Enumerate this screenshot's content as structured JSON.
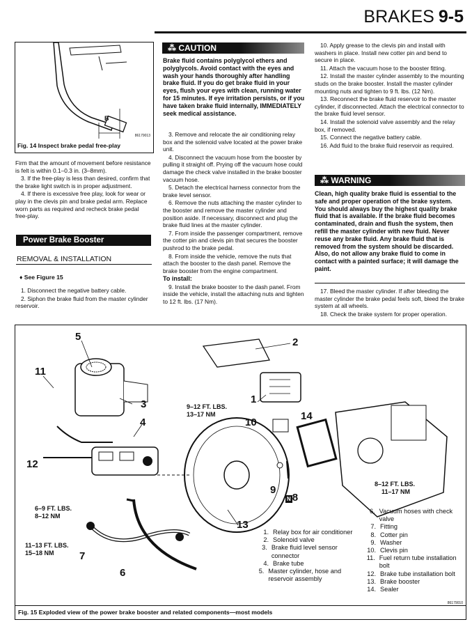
{
  "header": {
    "section": "BRAKES",
    "page": "9-5"
  },
  "fig14": {
    "label_b": "B",
    "code": "86179013",
    "caption": "Fig. 14 Inspect brake pedal free-play"
  },
  "left_col": {
    "p1": "Firm that the amount of movement before resistance is felt is within 0.1–0.3 in. (3–8mm).",
    "p2": "3. If the free-play is less than desired, confirm that the brake light switch is in proper adjustment.",
    "p3": "4. If there is excessive free play, look for wear or play in the clevis pin and brake pedal arm. Replace worn parts as required and recheck brake pedal free-play.",
    "section_title": "Power Brake Booster",
    "subsection": "REMOVAL & INSTALLATION",
    "see_figure": "See Figure 15",
    "s1": "1. Disconnect the negative battery cable.",
    "s2": "2. Siphon the brake fluid from the master cylinder reservoir."
  },
  "caution": {
    "title": "CAUTION",
    "text": "Brake fluid contains polyglycol ethers and polyglycols. Avoid contact with the eyes and wash your hands thoroughly after handling brake fluid. If you do get brake fluid in your eyes, flush your eyes with clean, running water for 15 minutes. If eye irritation persists, or if you have taken brake fluid internally, IMMEDIATELY seek medical assistance."
  },
  "mid_col": {
    "s3": "3. Remove and relocate the air conditioning relay box and the solenoid valve located at the power brake unit.",
    "s4": "4. Disconnect the vacuum hose from the booster by pulling it straight off. Prying off the vacuum hose could damage the check valve installed in the brake booster vacuum hose.",
    "s5": "5. Detach the electrical harness connector from the brake level sensor.",
    "s6": "6. Remove the nuts attaching the master cylinder to the booster and remove the master cylinder and position aside. If necessary, disconnect and plug the brake fluid lines at the master cylinder.",
    "s7": "7. From inside the passenger compartment, remove the cotter pin and clevis pin that secures the booster pushrod to the brake pedal.",
    "s8": "8. From inside the vehicle, remove the nuts that attach the booster to the dash panel. Remove the brake booster from the engine compartment.",
    "to_install": "To install:",
    "s9": "9. Install the brake booster to the dash panel. From inside the vehicle, install the attaching nuts and tighten to 12 ft. lbs. (17 Nm)."
  },
  "right_col": {
    "s10": "10. Apply grease to the clevis pin and install with washers in place. Install new cotter pin and bend to secure in place.",
    "s11": "11. Attach the vacuum hose to the booster fitting.",
    "s12": "12. Install the master cylinder assembly to the mounting studs on the brake booster. Install the master cylinder mounting nuts and tighten to 9 ft. lbs. (12 Nm).",
    "s13": "13. Reconnect the brake fluid reservoir to the master cylinder, if disconnected. Attach the electrical connector to the brake fluid level sensor.",
    "s14": "14. Install the solenoid valve assembly and the relay box, if removed.",
    "s15": "15. Connect the negative battery cable.",
    "s16": "16. Add fluid to the brake fluid reservoir as required.",
    "s17": "17. Bleed the master cylinder. If after bleeding the master cylinder the brake pedal feels soft, bleed the brake system at all wheels.",
    "s18": "18. Check the brake system for proper operation."
  },
  "warning": {
    "title": "WARNING",
    "text": "Clean, high quality brake fluid is essential to the safe and proper operation of the brake system. You should always buy the highest quality brake fluid that is available. If the brake fluid becomes contaminated, drain and flush the system, then refill the master cylinder with new fluid. Never reuse any brake fluid. Any brake fluid that is removed from the system should be discarded. Also, do not allow any brake fluid to come in contact with a painted surface; it will damage the paint."
  },
  "fig15": {
    "caption": "Fig. 15 Exploded view of the power brake booster and related components—most models",
    "code": "86179010",
    "callouts": [
      "1",
      "2",
      "3",
      "4",
      "5",
      "6",
      "7",
      "8",
      "9",
      "10",
      "11",
      "12",
      "13",
      "14"
    ],
    "torques": {
      "t1": "9–12 FT. LBS.",
      "t1b": "13–17 NM",
      "t2": "8–12 FT. LBS.",
      "t2b": "11–17 NM",
      "t3": "6–9 FT. LBS.",
      "t3b": "8–12 NM",
      "t4": "11–13 FT. LBS.",
      "t4b": "15–18 NM"
    },
    "legend": [
      {
        "n": "1.",
        "t": "Relay box for air conditioner"
      },
      {
        "n": "2.",
        "t": "Solenoid valve"
      },
      {
        "n": "3.",
        "t": "Brake fluid level sensor connector"
      },
      {
        "n": "4.",
        "t": "Brake tube"
      },
      {
        "n": "5.",
        "t": "Master cylinder, hose and reservoir assembly"
      },
      {
        "n": "6.",
        "t": "Vacuum hoses with check valve"
      },
      {
        "n": "7.",
        "t": "Fitting"
      },
      {
        "n": "8.",
        "t": "Cotter pin"
      },
      {
        "n": "9.",
        "t": "Washer"
      },
      {
        "n": "10.",
        "t": "Clevis pin"
      },
      {
        "n": "11.",
        "t": "Fuel return tube installation bolt"
      },
      {
        "n": "12.",
        "t": "Brake tube installation bolt"
      },
      {
        "n": "13.",
        "t": "Brake booster"
      },
      {
        "n": "14.",
        "t": "Sealer"
      }
    ]
  }
}
